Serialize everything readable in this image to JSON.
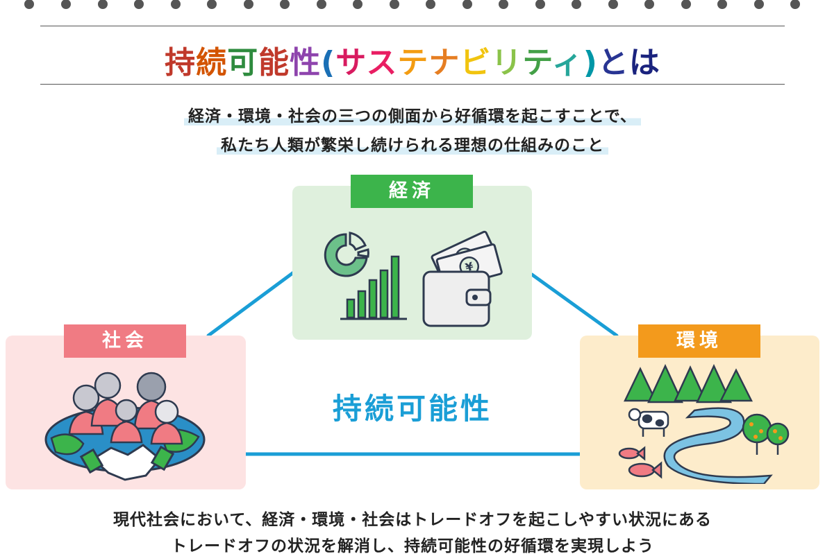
{
  "title": {
    "chars": [
      "持",
      "続",
      "可",
      "能",
      "性",
      "(",
      "サ",
      "ス",
      "テ",
      "ナ",
      "ビ",
      "リ",
      "テ",
      "ィ",
      ")",
      "と",
      "は"
    ],
    "colors": [
      "#c0392b",
      "#d35400",
      "#2e8b3e",
      "#c0392b",
      "#8e44ad",
      "#1a6fb5",
      "#d81b60",
      "#e91e63",
      "#f39c12",
      "#e67e22",
      "#f1c40f",
      "#8bc34a",
      "#43a047",
      "#26a69a",
      "#0097a7",
      "#283593",
      "#1a237e"
    ]
  },
  "subtitle": {
    "line1": "経済・環境・社会の三つの側面から好循環を起こすことで、",
    "line2": "私たち人類が繁栄し続けられる理想の仕組みのこと"
  },
  "diagram": {
    "center_label": "持続可能性",
    "economy": {
      "label": "経済",
      "color": "#3cb44b",
      "bg": "#dff0dd"
    },
    "society": {
      "label": "社会",
      "color": "#f07b83",
      "bg": "#fde3e3"
    },
    "environment": {
      "label": "環境",
      "color": "#f39a1c",
      "bg": "#fdeccb"
    },
    "connector_color": "#1a9ed6"
  },
  "bottom": {
    "line1": "現代社会において、経済・環境・社会はトレードオフを起こしやすい状況にある",
    "line2": "トレードオフの状況を解消し、持続可能性の好循環を実現しよう"
  }
}
